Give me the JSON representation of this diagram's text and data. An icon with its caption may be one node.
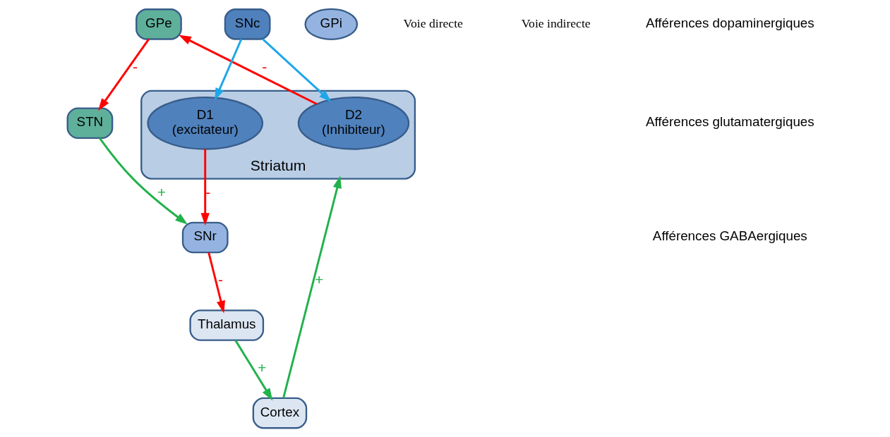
{
  "diagram": {
    "nodes": [
      {
        "text": [
          "Cortex"
        ]
      },
      {
        "text": [
          "Thalamus"
        ]
      },
      {
        "text": [
          "Striatum"
        ]
      },
      {
        "text": [
          "D2",
          "(Inhibiteur)"
        ],
        "in": 2
      },
      {
        "text": [
          "D1",
          "(excitateur)"
        ],
        "in": 2
      },
      {
        "text": [
          "SNc"
        ]
      },
      {
        "text": [
          "SNr"
        ]
      },
      {
        "text": [
          "GPi"
        ]
      },
      {
        "text": [
          "GPe"
        ]
      },
      {
        "text": [
          "STN"
        ]
      }
    ],
    "edges": [
      {
        "from": 1,
        "to": 0,
        "arrow": "to",
        "label": "+",
        "color": "#22b14c"
      },
      {
        "from": 0,
        "to": 2,
        "arrow": "to",
        "label": "+",
        "color": "#22b14c"
      },
      {
        "from": 5,
        "to": 3,
        "arrow": "to",
        "color": "#1ea7e8"
      },
      {
        "from": 5,
        "to": 4,
        "arrow": "to",
        "color": "#1ea7e8"
      },
      {
        "from": 4,
        "to": 6,
        "arrow": "to",
        "label": "-"
      },
      {
        "from": 6,
        "to": 1,
        "arrow": "to",
        "label": "-"
      },
      {
        "from": 3,
        "to": 8,
        "arrow": "to",
        "label": "-"
      },
      {
        "from": 8,
        "to": 9,
        "arrow": "to",
        "label": "-"
      },
      {
        "from": 9,
        "to": 6,
        "arrow": "to",
        "label": "+",
        "color": "#22b14c"
      }
    ],
    "labels": [
      "Voie directe",
      "Voie indirecte"
    ],
    "legend": [
      {
        "text": "Afférences dopaminergiques"
      },
      {
        "text": "Afférences glutamatergiques"
      },
      {
        "text": "Afférences GABAergiques"
      }
    ]
  }
}
